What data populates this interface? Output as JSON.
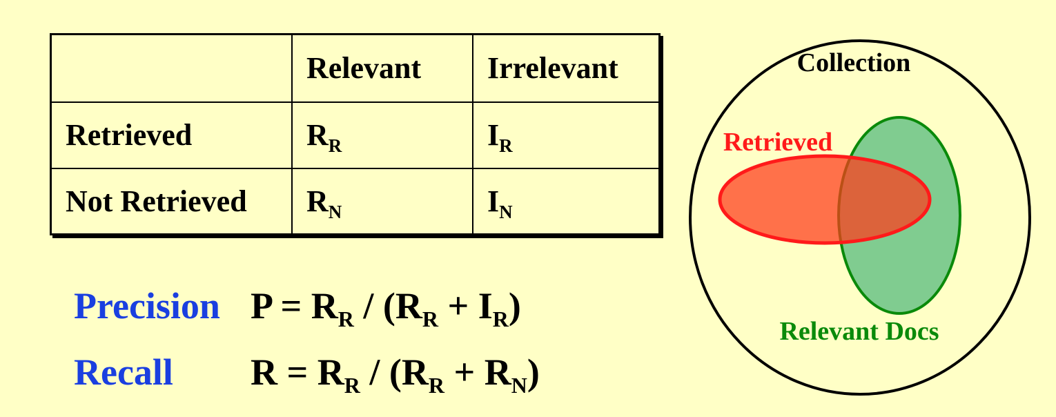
{
  "table": {
    "headers": [
      "",
      "Relevant",
      "Irrelevant"
    ],
    "rows": [
      {
        "label": "Retrieved",
        "cells": [
          {
            "sym": "R",
            "sub": "R"
          },
          {
            "sym": "I",
            "sub": "R"
          }
        ]
      },
      {
        "label": "Not Retrieved",
        "cells": [
          {
            "sym": "R",
            "sub": "N"
          },
          {
            "sym": "I",
            "sub": "N"
          }
        ]
      }
    ]
  },
  "formulas": {
    "precision": {
      "name": "Precision",
      "parts": [
        "P = R",
        "R",
        " / (R",
        "R",
        " + I",
        "R",
        ")"
      ]
    },
    "recall": {
      "name": "Recall",
      "parts": [
        "R = R",
        "R",
        " / (R",
        "R",
        " + R",
        "N",
        ")"
      ]
    }
  },
  "venn": {
    "collection_label": "Collection",
    "retrieved_label": "Retrieved",
    "relevant_label": "Relevant Docs"
  },
  "colors": {
    "background": "#ffffc6",
    "keyword_blue": "#1a3fe0",
    "retrieved_red": "#ff1a1a",
    "retrieved_fill": "#ff6a50",
    "relevant_green": "#0a8a0a",
    "relevant_fill": "#80cc90"
  }
}
